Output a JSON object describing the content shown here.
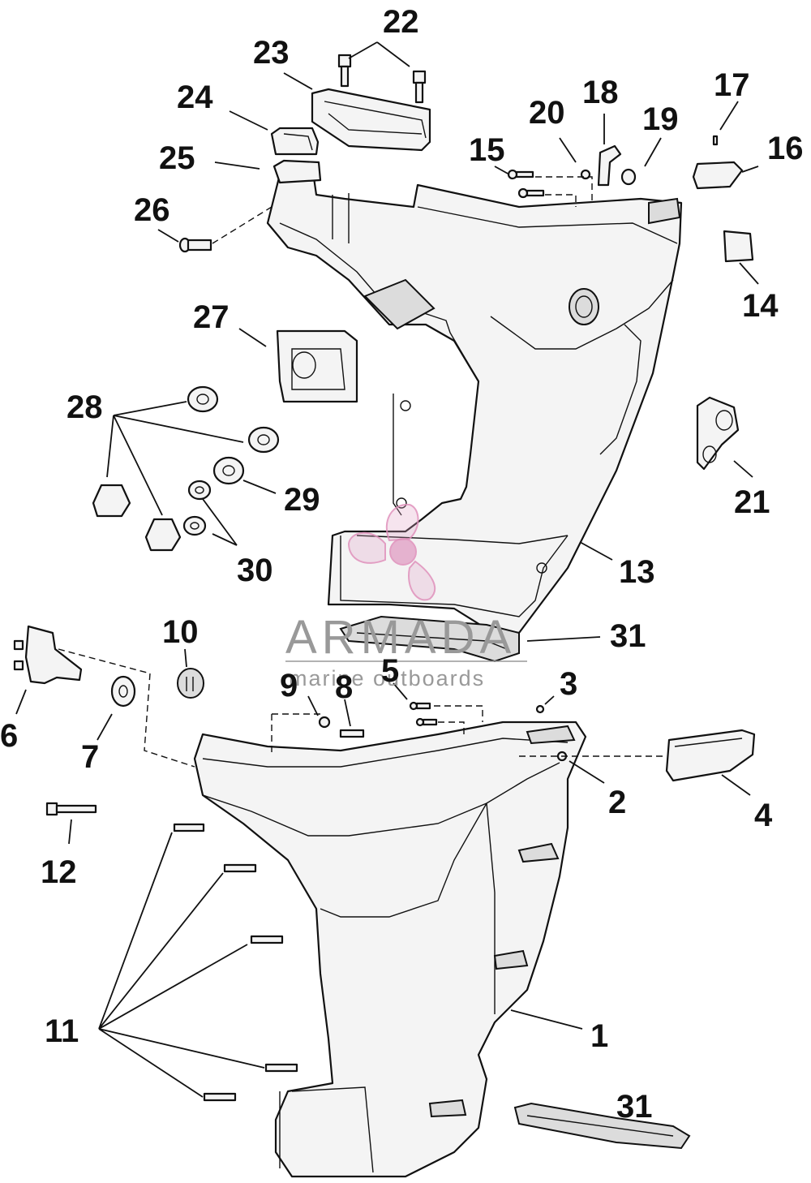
{
  "callouts": {
    "c1": "1",
    "c2": "2",
    "c3": "3",
    "c4": "4",
    "c5": "5",
    "c6": "6",
    "c7": "7",
    "c8": "8",
    "c9": "9",
    "c10": "10",
    "c11": "11",
    "c12": "12",
    "c13": "13",
    "c14": "14",
    "c15": "15",
    "c16": "16",
    "c17": "17",
    "c18": "18",
    "c19": "19",
    "c20": "20",
    "c21": "21",
    "c22": "22",
    "c23": "23",
    "c24": "24",
    "c25": "25",
    "c26": "26",
    "c27": "27",
    "c28": "28",
    "c29": "29",
    "c30": "30",
    "c31a": "31",
    "c31b": "31"
  },
  "watermark": {
    "brand": "ARMADA",
    "tagline": "marine outboards",
    "color": "#e3a7c9"
  }
}
